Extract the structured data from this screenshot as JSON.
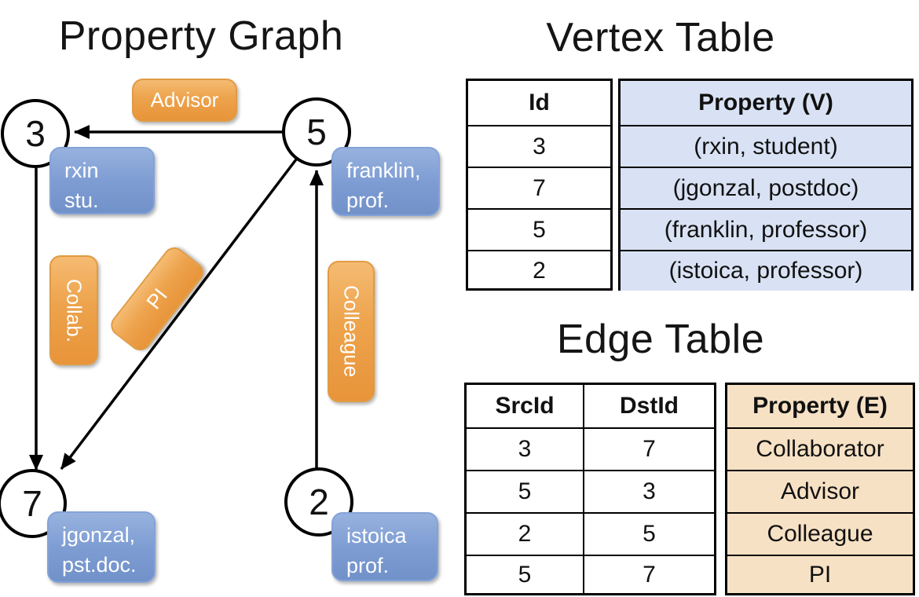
{
  "titles": {
    "graph": "Property Graph",
    "vertex_table": "Vertex Table",
    "edge_table": "Edge Table"
  },
  "colors": {
    "edge_label_orange": "#EC9A3F",
    "vertex_card_blue": "#7D9DD2",
    "vertex_property_cell": "#D9E2F4",
    "edge_property_cell": "#F7E1C4",
    "line_black": "#000000"
  },
  "graph": {
    "nodes": [
      {
        "id": "3"
      },
      {
        "id": "5"
      },
      {
        "id": "7"
      },
      {
        "id": "2"
      }
    ],
    "edge_labels": {
      "advisor": "Advisor",
      "collab": "Collab.",
      "pi": "PI",
      "colleague": "Colleague"
    },
    "vertex_cards": [
      {
        "line1": "rxin",
        "line2": "stu."
      },
      {
        "line1": "franklin,",
        "line2": "prof."
      },
      {
        "line1": "jgonzal,",
        "line2": "pst.doc."
      },
      {
        "line1": "istoica",
        "line2": "prof."
      }
    ]
  },
  "vertex_table": {
    "headers": {
      "id": "Id",
      "property": "Property (V)"
    },
    "rows": [
      {
        "id": "3",
        "property": "(rxin, student)"
      },
      {
        "id": "7",
        "property": "(jgonzal, postdoc)"
      },
      {
        "id": "5",
        "property": "(franklin, professor)"
      },
      {
        "id": "2",
        "property": "(istoica, professor)"
      }
    ]
  },
  "edge_table": {
    "headers": {
      "src": "SrcId",
      "dst": "DstId",
      "property": "Property (E)"
    },
    "rows": [
      {
        "src": "3",
        "dst": "7",
        "property": "Collaborator"
      },
      {
        "src": "5",
        "dst": "3",
        "property": "Advisor"
      },
      {
        "src": "2",
        "dst": "5",
        "property": "Colleague"
      },
      {
        "src": "5",
        "dst": "7",
        "property": "PI"
      }
    ]
  }
}
